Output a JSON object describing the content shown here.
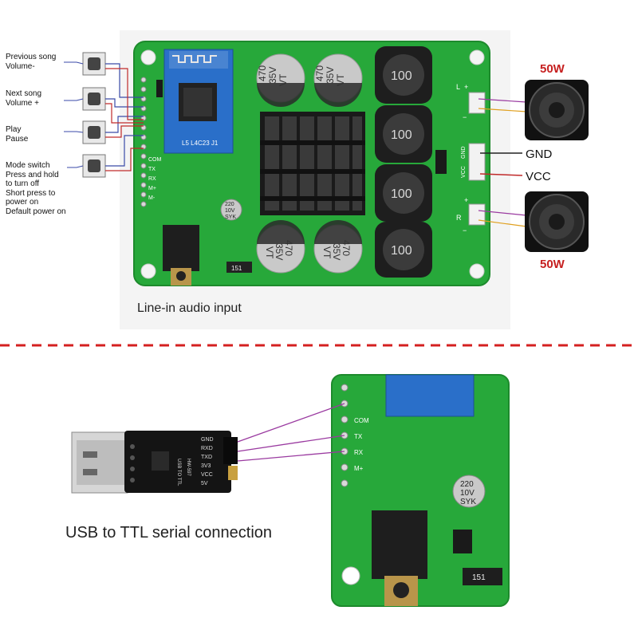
{
  "buttons": [
    {
      "label": "Previous song\nVolume-"
    },
    {
      "label": "Next song\nVolume +"
    },
    {
      "label": "Play\nPause"
    },
    {
      "label": "Mode switch\nPress and hold\nto turn off\nShort press to\npower on\nDefault power on"
    }
  ],
  "labels": {
    "speaker_top_power": "50W",
    "speaker_bottom_power": "50W",
    "gnd": "GND",
    "vcc": "VCC",
    "line_in": "Line-in audio input",
    "usb_ttl": "USB to TTL serial connection"
  },
  "board_markings": {
    "cap_top_left": [
      "470",
      "35V",
      "VT"
    ],
    "cap_top_right": [
      "470",
      "35V",
      "VT"
    ],
    "cap_bottom_left": [
      "470",
      "35V",
      "VT"
    ],
    "cap_bottom_right": [
      "470",
      "35V",
      "VT"
    ],
    "small_cap": [
      "220",
      "10V",
      "SYK"
    ],
    "inductor": "100",
    "resistor": "151",
    "bt_module": "L5 L4C23 J1",
    "pins_right": [
      "+",
      "L",
      "−",
      "GND",
      "VCC",
      "+",
      "R",
      "−"
    ],
    "pins_left": [
      "TX",
      "RX",
      "M+",
      "M-",
      "COM"
    ]
  },
  "usb_module": {
    "pins": [
      "GND",
      "RXD",
      "TXD",
      "3V3",
      "VCC",
      "5V"
    ],
    "model": "HW-597",
    "name": "USB TO TTL"
  },
  "bottom_board": {
    "pins": [
      "COM",
      "TX",
      "RX",
      "M+"
    ],
    "small_cap": [
      "220",
      "10V",
      "SYK"
    ],
    "resistor": "151"
  },
  "colors": {
    "pcb": "#27a83a",
    "wire_blue": "#3a4aa8",
    "wire_red": "#c02a2a",
    "wire_purple": "#9a3aa0",
    "wire_orange": "#e0a020",
    "dashed_divider": "#d42020"
  }
}
